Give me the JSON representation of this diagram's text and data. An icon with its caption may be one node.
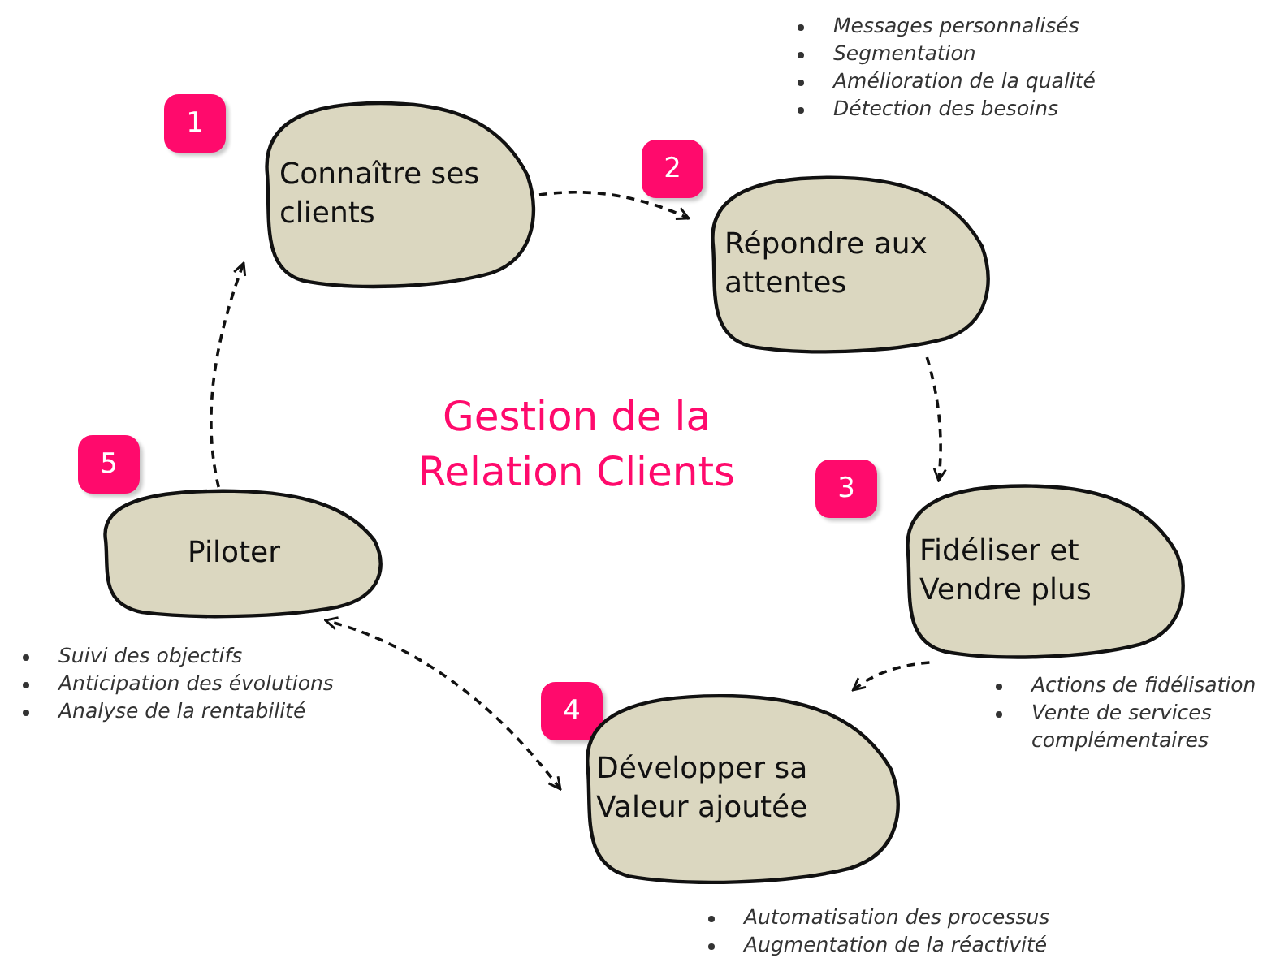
{
  "diagram": {
    "title": "Gestion de la Relation Clients",
    "nodes": [
      {
        "text": [
          "1"
        ]
      },
      {
        "text": [
          "Connaître ses clients"
        ]
      },
      {
        "text": [
          "2"
        ]
      },
      {
        "text": [
          "Répondre aux attentes"
        ],
        "beside": [
          "Messages personnalisés",
          "Segmentation",
          "Amélioration de la qualité",
          "Détection des besoins"
        ]
      },
      {
        "text": [
          "3"
        ]
      },
      {
        "text": [
          "Fidéliser et Vendre plus"
        ],
        "beside": [
          "Actions de fidélisation",
          "Vente de services complémentaires"
        ]
      },
      {
        "text": [
          "4"
        ]
      },
      {
        "text": [
          "Développer sa Valeur ajoutée"
        ],
        "beside": [
          "Automatisation des processus",
          "Augmentation de la réactivité"
        ]
      },
      {
        "text": [
          "5"
        ]
      },
      {
        "text": [
          "Piloter"
        ],
        "beside": [
          "Suivi des objectifs",
          "Anticipation des évolutions",
          "Analyse de la rentabilité"
        ]
      }
    ],
    "edges": [
      {
        "from": 1,
        "to": 3,
        "arrow": "to",
        "style": "dashed"
      },
      {
        "from": 3,
        "to": 5,
        "arrow": "to",
        "style": "dashed"
      },
      {
        "from": 5,
        "to": 7,
        "arrow": "to",
        "style": "dashed"
      },
      {
        "from": 7,
        "to": 9,
        "arrow": "both",
        "style": "dashed"
      },
      {
        "from": 9,
        "to": 1,
        "arrow": "to",
        "style": "dashed"
      }
    ]
  }
}
